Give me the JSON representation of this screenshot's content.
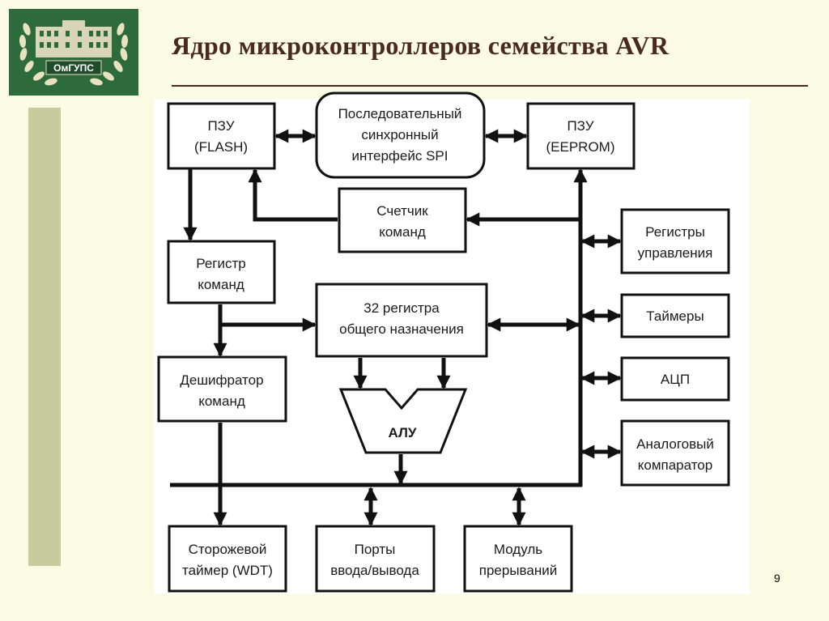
{
  "header": {
    "title": "Ядро микроконтроллеров семейства AVR",
    "page_number": "9"
  },
  "logo": {
    "text": "ОмГУПС"
  },
  "diagram": {
    "blocks": {
      "flash": {
        "line1": "ПЗУ",
        "line2": "(FLASH)"
      },
      "spi": {
        "line1": "Последовательный",
        "line2": "синхронный",
        "line3": "интерфейс SPI"
      },
      "eeprom": {
        "line1": "ПЗУ",
        "line2": "(EEPROM)"
      },
      "pc": {
        "line1": "Счетчик",
        "line2": "команд"
      },
      "ir": {
        "line1": "Регистр",
        "line2": "команд"
      },
      "gpr": {
        "line1": "32 регистра",
        "line2": "общего назначения"
      },
      "decoder": {
        "line1": "Дешифратор",
        "line2": "команд"
      },
      "alu": {
        "line1": "АЛУ"
      },
      "ctrl_regs": {
        "line1": "Регистры",
        "line2": "управления"
      },
      "timers": {
        "line1": "Таймеры"
      },
      "adc": {
        "line1": "АЦП"
      },
      "comparator": {
        "line1": "Аналоговый",
        "line2": "компаратор"
      },
      "wdt": {
        "line1": "Сторожевой",
        "line2": "таймер (WDT)"
      },
      "io": {
        "line1": "Порты",
        "line2": "ввода/вывода"
      },
      "irq": {
        "line1": "Модуль",
        "line2": "прерываний"
      }
    }
  }
}
